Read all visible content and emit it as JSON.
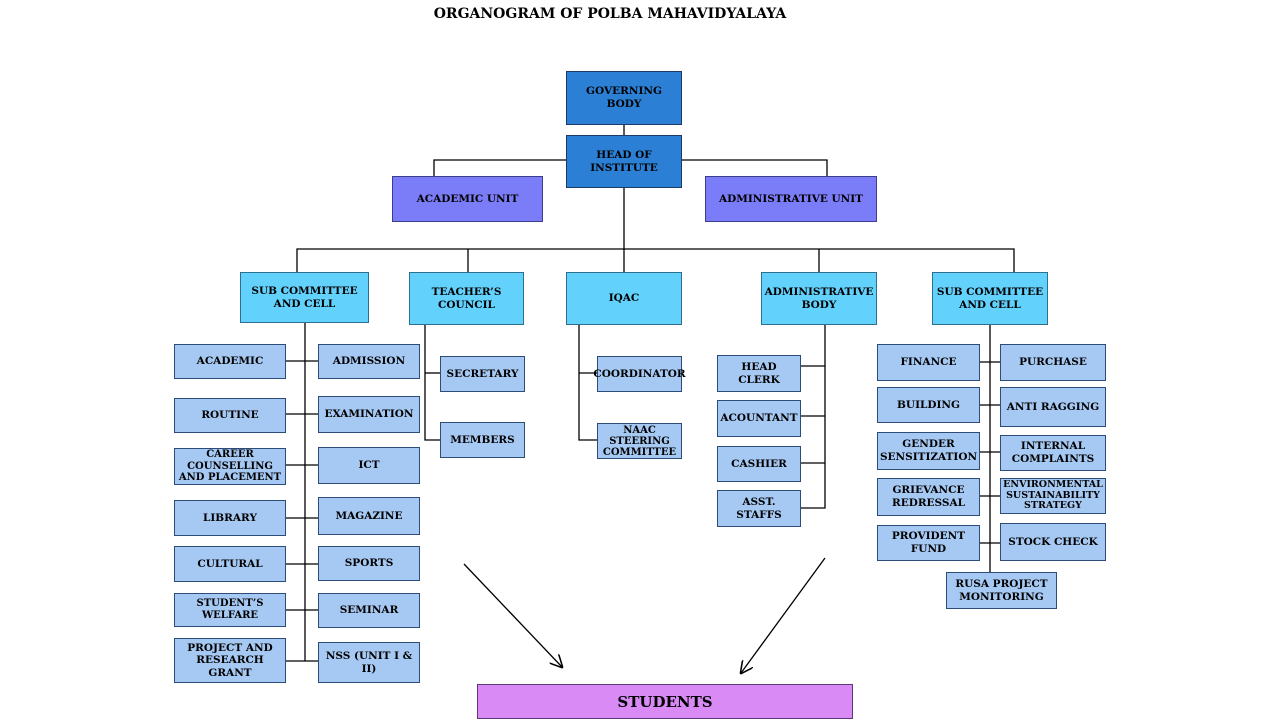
{
  "title": "ORGANOGRAM OF POLBA MAHAVIDYALAYA",
  "colors": {
    "dark_blue": "#2b7fd4",
    "purple": "#7b7cf7",
    "cyan": "#62d1fb",
    "light_blue": "#a6c9f3",
    "students": "#d98af5"
  },
  "top": {
    "governing_body": "GOVERNING BODY",
    "head_of_institute": "HEAD OF INSTITUTE",
    "academic_unit": "ACADEMIC UNIT",
    "administrative_unit": "ADMINISTRATIVE UNIT"
  },
  "level2": {
    "sub_committee_left": "SUB COMMITTEE AND CELL",
    "teachers_council": "TEACHER’S COUNCIL",
    "iqac": "IQAC",
    "administrative_body": "ADMINISTRATIVE BODY",
    "sub_committee_right": "SUB COMMITTEE AND CELL"
  },
  "left_cells": {
    "col1": [
      "ACADEMIC",
      "ROUTINE",
      "CAREER COUNSELLING AND PLACEMENT",
      "LIBRARY",
      "CULTURAL",
      "STUDENT’S WELFARE",
      "PROJECT AND RESEARCH GRANT"
    ],
    "col2": [
      "ADMISSION",
      "EXAMINATION",
      "ICT",
      "MAGAZINE",
      "SPORTS",
      "SEMINAR",
      "NSS (UNIT I & II)"
    ]
  },
  "teachers_council_items": [
    "SECRETARY",
    "MEMBERS"
  ],
  "iqac_items": [
    "COORDINATOR",
    "NAAC STEERING COMMITTEE"
  ],
  "admin_body_items": [
    "HEAD CLERK",
    "ACOUNTANT",
    "CASHIER",
    "ASST. STAFFS"
  ],
  "right_cells": {
    "col1": [
      "FINANCE",
      "BUILDING",
      "GENDER SENSITIZATION",
      "GRIEVANCE REDRESSAL",
      "PROVIDENT FUND"
    ],
    "col2": [
      "PURCHASE",
      "ANTI RAGGING",
      "INTERNAL COMPLAINTS",
      "ENVIRONMENTAL SUSTAINABILITY STRATEGY",
      "STOCK CHECK"
    ],
    "bottom": "RUSA PROJECT MONITORING"
  },
  "students": "STUDENTS"
}
